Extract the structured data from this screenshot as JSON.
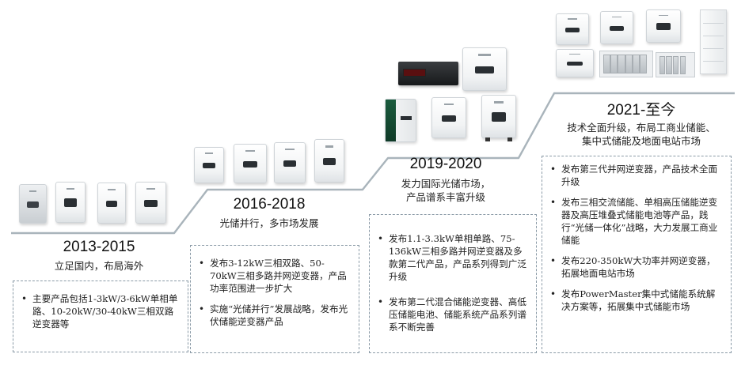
{
  "stages": [
    {
      "period": "2013-2015",
      "subtitle": [
        "立足国内，布局海外"
      ],
      "items": [
        "主要产品包括1-3kW/3-6kW单相单路、10-20kW/30-40kW三相双路逆变器等"
      ]
    },
    {
      "period": "2016-2018",
      "subtitle": [
        "光储并行，多市场发展"
      ],
      "items": [
        "发布3-12kW三相双路、50-70kW三相多路并网逆变器，产品功率范围进一步扩大",
        "实施“光储并行”发展战略，发布光伏储能逆变器产品"
      ]
    },
    {
      "period": "2019-2020",
      "subtitle": [
        "发力国际光储市场，",
        "产品谱系丰富升级"
      ],
      "items": [
        "发布1.1-3.3kW单相单路、75-136kW三相多路并网逆变器及多款第二代产品，产品系列得到广泛升级",
        "发布第二代混合储能逆变器、高低压储能电池、储能系统产品系列谱系不断完善"
      ]
    },
    {
      "period": "2021-至今",
      "subtitle": [
        "技术全面升级，布局工商业储能、",
        "集中式储能及地面电站市场"
      ],
      "items": [
        "发布第三代并网逆变器，产品技术全面升级",
        "发布三相交流储能、单相高压储能逆变器及高压堆叠式储能电池等产品，践行“光储一体化”战略，大力发展工商业储能",
        "发布220-350kW大功率并网逆变器，拓展地面电站市场",
        "发布PowerMaster集中式储能系统解决方案等，拓展集中式储能市场"
      ]
    }
  ],
  "colors": {
    "stair_line": "#a9b4bb",
    "box_border": "#8a9aa6"
  }
}
